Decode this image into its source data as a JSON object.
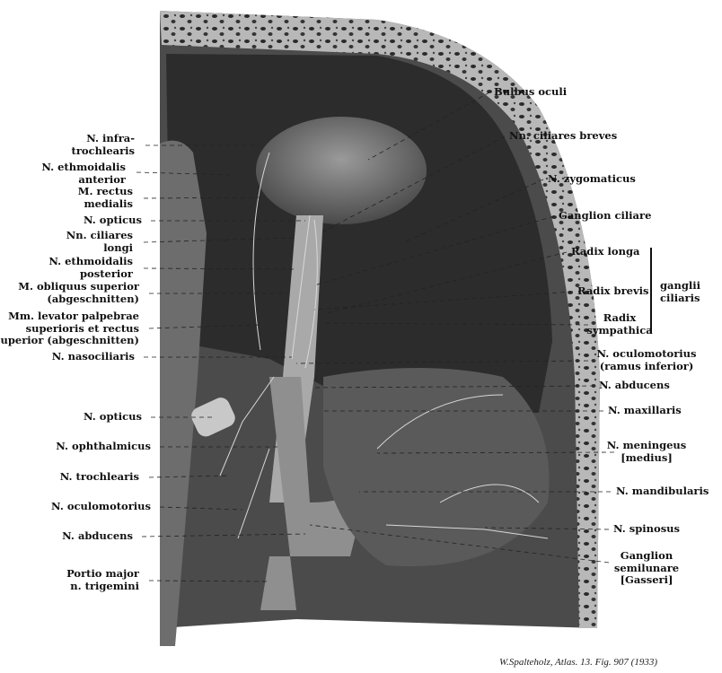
{
  "labels_left": [
    {
      "lines": [
        "N. infra-",
        "trochlearis"
      ]
    },
    {
      "lines": [
        "N. ethmoidalis",
        "anterior"
      ]
    },
    {
      "lines": [
        "M. rectus",
        "medialis"
      ]
    },
    {
      "lines": [
        "N. opticus"
      ]
    },
    {
      "lines": [
        "Nn. ciliares",
        "longi"
      ]
    },
    {
      "lines": [
        "N. ethmoidalis",
        "posterior"
      ]
    },
    {
      "lines": [
        "M. obliquus superior",
        "(abgeschnitten)"
      ]
    },
    {
      "lines": [
        "Mm. levator palpebrae",
        "superioris et rectus",
        "superior (abgeschnitten)"
      ]
    },
    {
      "lines": [
        "N. nasociliaris"
      ]
    },
    {
      "lines": [
        "N. opticus"
      ]
    },
    {
      "lines": [
        "N. ophthalmicus"
      ]
    },
    {
      "lines": [
        "N. trochlearis"
      ]
    },
    {
      "lines": [
        "N. oculomotorius"
      ]
    },
    {
      "lines": [
        "N. abducens"
      ]
    },
    {
      "lines": [
        "Portio major",
        "n. trigemini"
      ]
    }
  ],
  "labels_right": [
    {
      "lines": [
        "Bulbus oculi"
      ]
    },
    {
      "lines": [
        "Nn. ciliares breves"
      ]
    },
    {
      "lines": [
        "N. zygomaticus"
      ]
    },
    {
      "lines": [
        "Ganglion ciliare"
      ]
    },
    {
      "lines": [
        "Radix longa"
      ]
    },
    {
      "lines": [
        "Radix brevis"
      ]
    },
    {
      "lines": [
        "Radix",
        "sympathica"
      ]
    },
    {
      "lines": [
        "N. oculomotorius",
        "(ramus inferior)"
      ]
    },
    {
      "lines": [
        "N. abducens"
      ]
    },
    {
      "lines": [
        "N. maxillaris"
      ]
    },
    {
      "lines": [
        "N. meningeus",
        "[medius]"
      ]
    },
    {
      "lines": [
        "N. mandibularis"
      ]
    },
    {
      "lines": [
        "N. spinosus"
      ]
    },
    {
      "lines": [
        "Ganglion",
        "semilunare",
        "[Gasseri]"
      ]
    }
  ],
  "group_label": {
    "lines": [
      "ganglii",
      "ciliaris"
    ]
  },
  "caption": "W.Spalteholz, Atlas. 13. Fig. 907 (1933)"
}
